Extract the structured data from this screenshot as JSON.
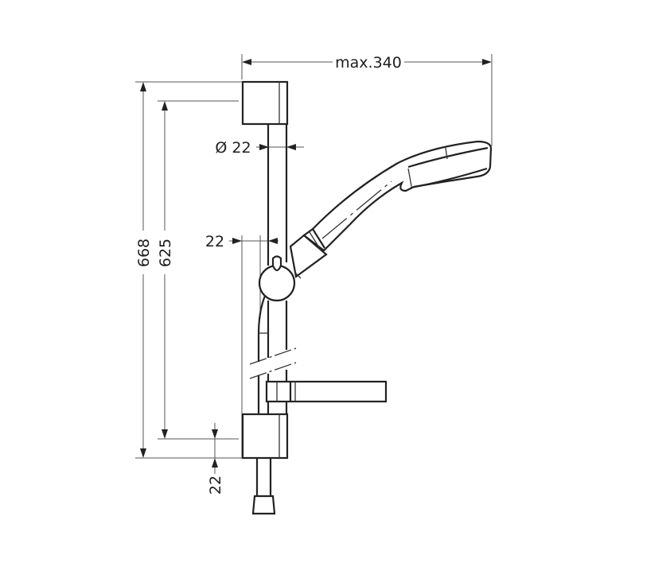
{
  "drawing": {
    "subject": "Shower rail set with hand shower and soap dish",
    "units": "mm",
    "dimensions": {
      "max_reach": "max.340",
      "rail_diameter": "Ø 22",
      "wall_offset": "22",
      "overall_height": "668",
      "mounting_distance": "625",
      "bracket_height": "22"
    },
    "components": [
      "top-wall-bracket",
      "slide-rail",
      "hand-shower",
      "slider-holder",
      "soap-dish",
      "bottom-wall-bracket",
      "hose-connector"
    ],
    "colors": {
      "line": "#222222",
      "dim_line": "#555555",
      "background": "#ffffff"
    }
  }
}
